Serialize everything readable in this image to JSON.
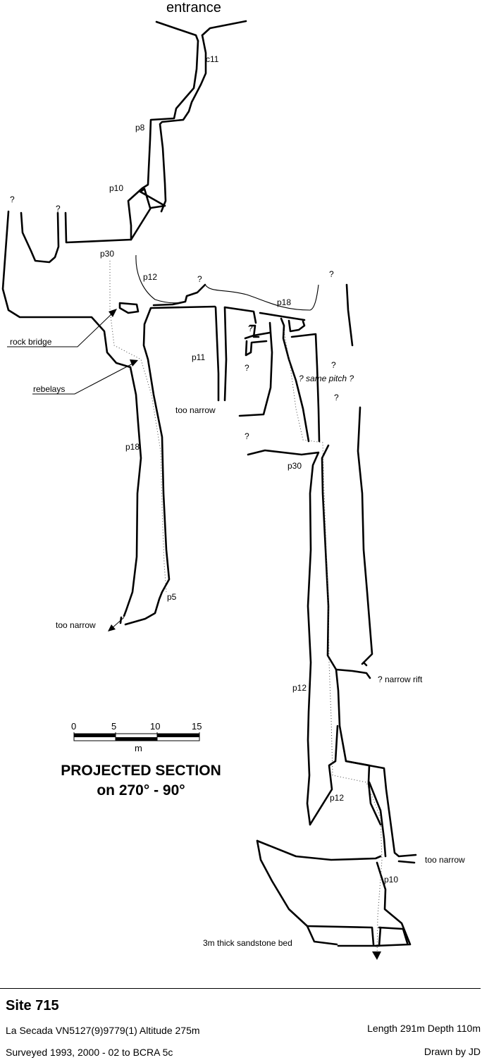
{
  "labels": {
    "entrance": "entrance",
    "c11": "c11",
    "p8": "p8",
    "p10_upper": "p10",
    "p30_upper": "p30",
    "p12_upper": "p12",
    "p18_mid": "p18",
    "p11": "p11",
    "p18_left": "p18",
    "p5": "p5",
    "p30_right": "p30",
    "p12_a": "p12",
    "p12_b": "p12",
    "p10_lower": "p10",
    "q": "?",
    "rock_bridge": "rock bridge",
    "rebelays": "rebelays",
    "too_narrow_1": "too narrow",
    "too_narrow_2": "too narrow",
    "too_narrow_3": "too narrow",
    "same_pitch": "? same pitch ?",
    "narrow_rift": "? narrow rift",
    "sandstone": "3m thick sandstone bed"
  },
  "scale": {
    "ticks": [
      "0",
      "5",
      "10",
      "15"
    ],
    "unit": "m"
  },
  "section": {
    "line1": "PROJECTED SECTION",
    "line2": "on 270° - 90°"
  },
  "footer": {
    "title": "Site 715",
    "location": "La Secada  VN5127(9)9779(1)  Altitude 275m",
    "surveyed": "Surveyed 1993, 2000 - 02  to BCRA 5c",
    "stats": "Length 291m  Depth 110m",
    "drawn": "Drawn by JD"
  }
}
